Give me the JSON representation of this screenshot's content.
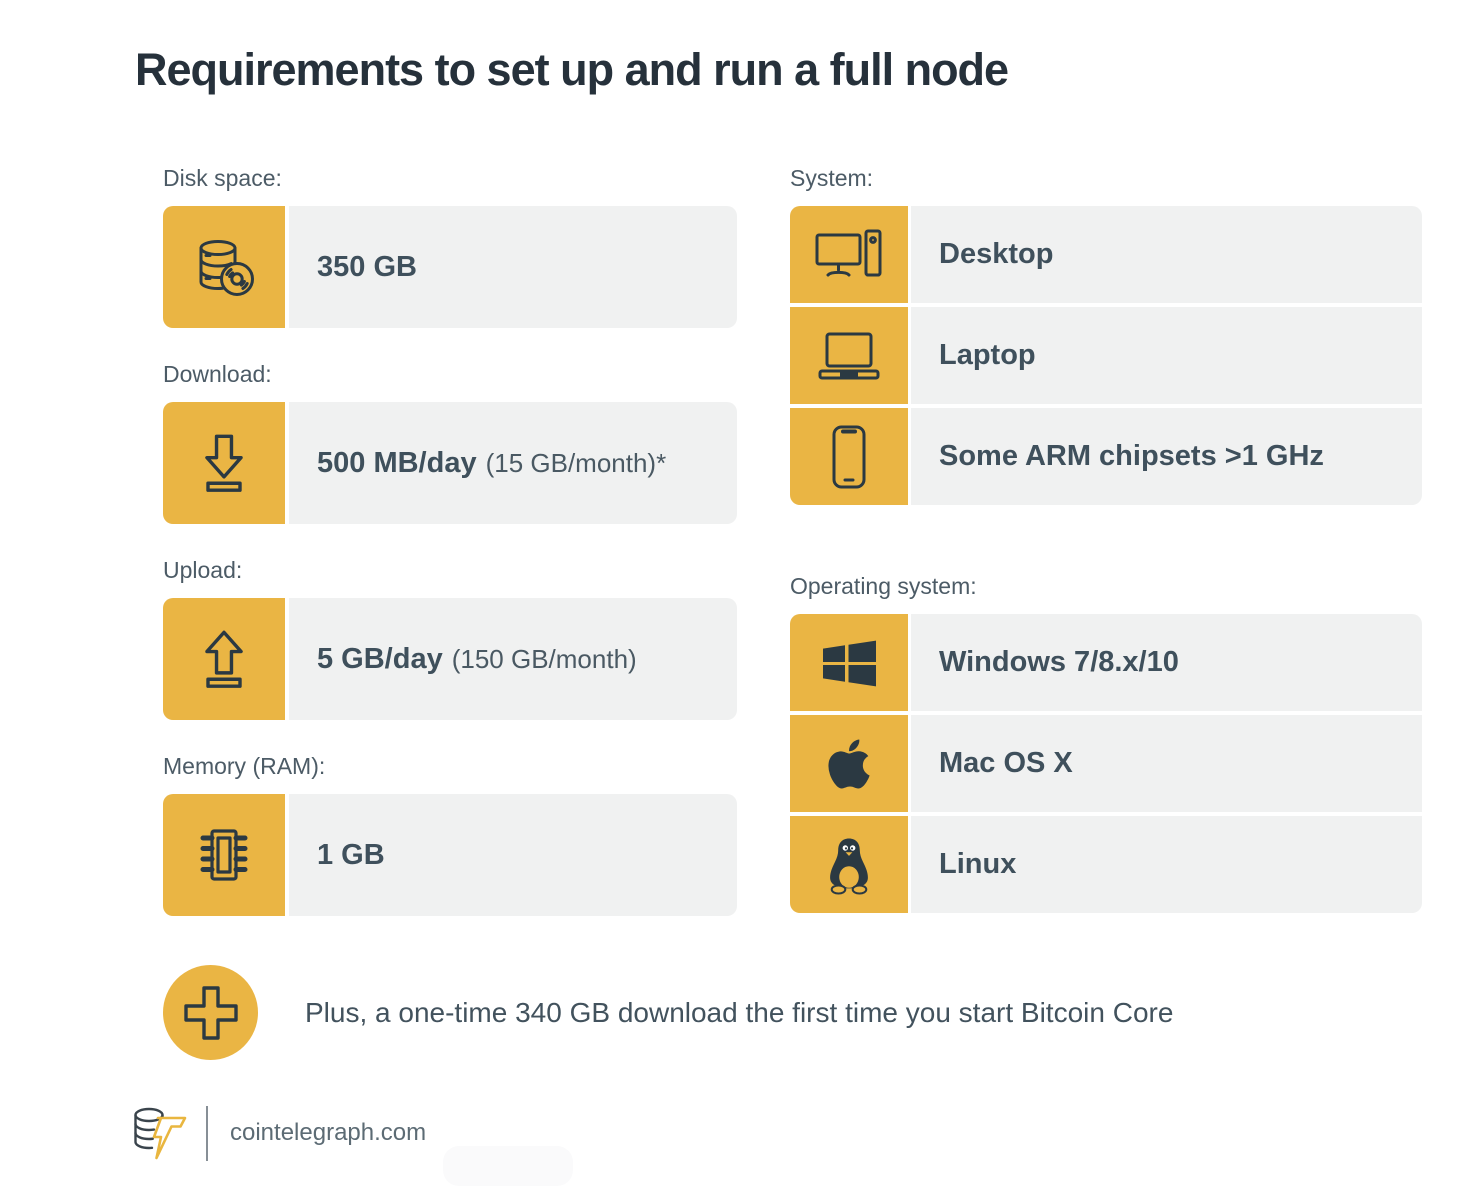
{
  "page": {
    "title": "Requirements to set up and run a full node"
  },
  "colors": {
    "accent_yellow": "#eab544",
    "panel_gray": "#f0f1f1",
    "ink": "#2b3942",
    "title_text": "#26313b",
    "label_text": "#4c5b66",
    "value_text": "#3f505c"
  },
  "left_sections": [
    {
      "label": "Disk space:",
      "icon": "disk-database-icon",
      "value": "350 GB",
      "note": ""
    },
    {
      "label": "Download:",
      "icon": "download-icon",
      "value": "500 MB/day",
      "note": "(15 GB/month)*"
    },
    {
      "label": "Upload:",
      "icon": "upload-icon",
      "value": "5 GB/day",
      "note": "(150 GB/month)"
    },
    {
      "label": "Memory (RAM):",
      "icon": "ram-chip-icon",
      "value": "1 GB",
      "note": ""
    }
  ],
  "right_groups": [
    {
      "label": "System:",
      "rows": [
        {
          "icon": "desktop-icon",
          "value": "Desktop"
        },
        {
          "icon": "laptop-icon",
          "value": "Laptop"
        },
        {
          "icon": "smartphone-icon",
          "value": "Some ARM chipsets >1 GHz"
        }
      ]
    },
    {
      "label": "Operating system:",
      "rows": [
        {
          "icon": "windows-icon",
          "value": "Windows 7/8.x/10"
        },
        {
          "icon": "apple-icon",
          "value": "Mac OS X"
        },
        {
          "icon": "linux-tux-icon",
          "value": "Linux"
        }
      ]
    }
  ],
  "footnote": {
    "icon": "plus-icon",
    "text": "Plus, a one-time 340 GB download the first time you start Bitcoin Core"
  },
  "footer": {
    "logo": "cointelegraph-coin-bolt-logo",
    "site": "cointelegraph.com"
  }
}
